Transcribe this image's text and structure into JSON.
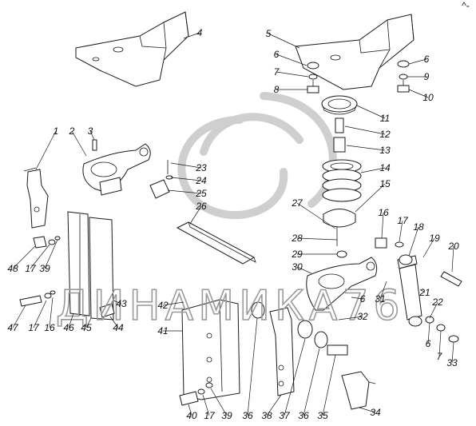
{
  "corner_mark": "^-",
  "watermark": {
    "text": "ДИНАМИКА76"
  },
  "callouts": [
    "1",
    "2",
    "3",
    "4",
    "5",
    "6",
    "7",
    "8",
    "6",
    "9",
    "10",
    "11",
    "12",
    "13",
    "14",
    "15",
    "23",
    "24",
    "25",
    "26",
    "27",
    "28",
    "29",
    "30",
    "16",
    "17",
    "18",
    "19",
    "20",
    "21",
    "22",
    "6",
    "31",
    "32",
    "48",
    "17",
    "39",
    "47",
    "17",
    "16",
    "46",
    "45",
    "44",
    "43",
    "42",
    "41",
    "40",
    "17",
    "39",
    "36",
    "38",
    "37",
    "36",
    "35",
    "34",
    "6",
    "7",
    "33"
  ]
}
